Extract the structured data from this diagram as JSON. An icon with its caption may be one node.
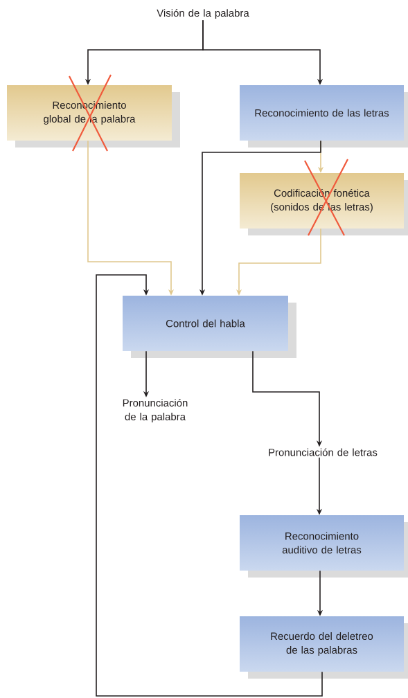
{
  "diagram": {
    "nodes": [
      {
        "text": [
          "Visión de la palabra"
        ]
      },
      {
        "text": [
          "Reconocimiento global de la palabra"
        ]
      },
      {
        "text": [
          "Reconocimiento de las letras"
        ]
      },
      {
        "text": [
          "Codificación fonética (sonidos de las letras)"
        ]
      },
      {
        "text": [
          "Control del habla"
        ]
      },
      {
        "text": [
          "Pronunciación de la palabra"
        ]
      },
      {
        "text": [
          "Pronunciación de letras"
        ]
      },
      {
        "text": [
          "Reconocimiento auditivo de letras"
        ]
      },
      {
        "text": [
          "Recuerdo del deletreo de las palabras"
        ]
      }
    ],
    "edges": [
      {
        "from": 0,
        "to": 1,
        "arrow": "to"
      },
      {
        "from": 0,
        "to": 2,
        "arrow": "to"
      },
      {
        "from": 1,
        "to": 4,
        "arrow": "to",
        "color": "#e0c88e"
      },
      {
        "from": 2,
        "to": 3,
        "arrow": "to",
        "color": "#e0c88e"
      },
      {
        "from": 2,
        "to": 4,
        "arrow": "to"
      },
      {
        "from": 3,
        "to": 4,
        "arrow": "to",
        "color": "#e0c88e"
      },
      {
        "from": 4,
        "to": 5,
        "arrow": "to"
      },
      {
        "from": 4,
        "to": 6,
        "arrow": "to"
      },
      {
        "from": 6,
        "to": 7,
        "arrow": "to"
      },
      {
        "from": 7,
        "to": 8,
        "arrow": "to"
      },
      {
        "from": 8,
        "to": 4,
        "arrow": "to"
      }
    ]
  }
}
